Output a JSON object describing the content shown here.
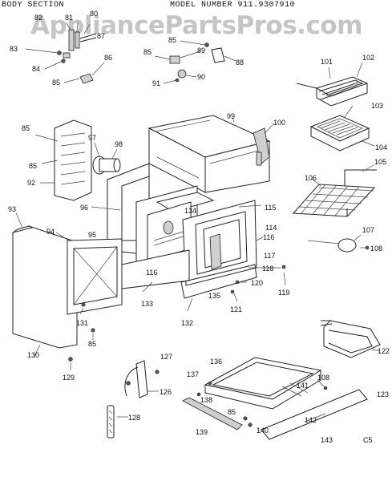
{
  "header": {
    "section": "BODY SECTION",
    "model": "MODEL NUMBER 911.9307910"
  },
  "watermark": "AppliancePartsPros.com",
  "corner_code": "C5",
  "callouts": {
    "n80": "80",
    "n81": "81",
    "n82": "82",
    "n83": "83",
    "n84": "84",
    "n85": "85",
    "n86": "86",
    "n87": "87",
    "n88": "88",
    "n89": "89",
    "n90": "90",
    "n91": "91",
    "n92": "92",
    "n93": "93",
    "n94": "94",
    "n95": "95",
    "n96": "96",
    "n97": "97",
    "n98": "98",
    "n99": "99",
    "n100": "100",
    "n101": "101",
    "n102": "102",
    "n103": "103",
    "n104": "104",
    "n105": "105",
    "n106": "106",
    "n107": "107",
    "n108": "108",
    "n114": "114",
    "n115": "115",
    "n116": "116",
    "n117": "117",
    "n118": "118",
    "n119": "119",
    "n120": "120",
    "n121": "121",
    "n122": "122",
    "n123": "123",
    "n126": "126",
    "n127": "127",
    "n128": "128",
    "n129": "129",
    "n130": "130",
    "n131": "131",
    "n132": "132",
    "n133": "133",
    "n134": "134",
    "n135": "135",
    "n136": "136",
    "n137": "137",
    "n138": "138",
    "n139": "139",
    "n140": "140",
    "n141": "141",
    "n142": "142",
    "n143": "143"
  }
}
